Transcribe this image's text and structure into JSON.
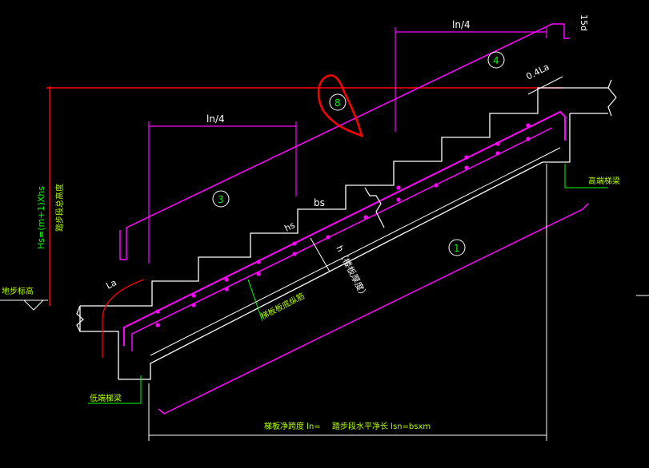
{
  "labels": {
    "ln4_top": "ln/4",
    "ln4_mid": "ln/4",
    "la_top": "0.4La",
    "bs": "bs",
    "hs": "hs",
    "h_note": "h（楼板厚度）",
    "la_bottom": "La",
    "d15": "15d",
    "hs_formula": "Hs=(m+1)Xhs",
    "step_height_note": "踏步段总高度",
    "floor_level": "地步标高",
    "high_beam": "高端梯梁",
    "low_beam": "低端梯梁",
    "slab_bottom_bar": "梯板板底纵筋",
    "bottom_note_a": "梯板净跨度 ln=",
    "bottom_note_b": "踏步段水平净长 lsn=bsxm"
  },
  "markers": {
    "m1": "1",
    "m3": "3",
    "m4": "4",
    "m8": "8"
  },
  "colors": {
    "white": "#ffffff",
    "magenta": "#ff00ff",
    "green": "#00ff00",
    "red": "#ff0000",
    "yellow_green": "#b8ff00"
  }
}
